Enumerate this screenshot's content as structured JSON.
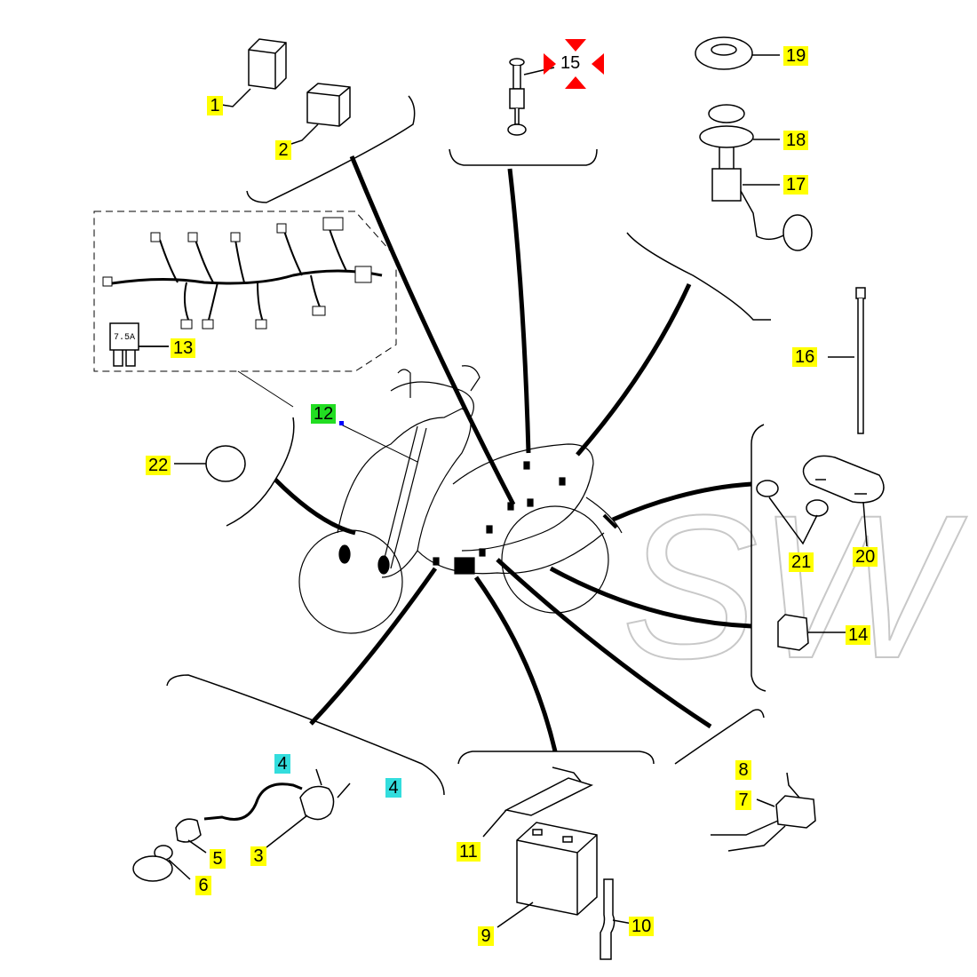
{
  "parts": {
    "p1": "1",
    "p2": "2",
    "p3": "3",
    "p4a": "4",
    "p4b": "4",
    "p5": "5",
    "p6": "6",
    "p7": "7",
    "p8": "8",
    "p9": "9",
    "p10": "10",
    "p11": "11",
    "p12": "12",
    "p13": "13",
    "p14": "14",
    "p15": "15",
    "p16": "16",
    "p17": "17",
    "p18": "18",
    "p19": "19",
    "p20": "20",
    "p21": "21",
    "p22": "22"
  },
  "fuse_rating": "7.5A",
  "watermark": "SW",
  "colors": {
    "label_yellow": "#ffff00",
    "label_green": "#22dd22",
    "label_cyan": "#33dddd",
    "selection_marker": "#ff0000",
    "anchor_dot": "#0000ff"
  }
}
